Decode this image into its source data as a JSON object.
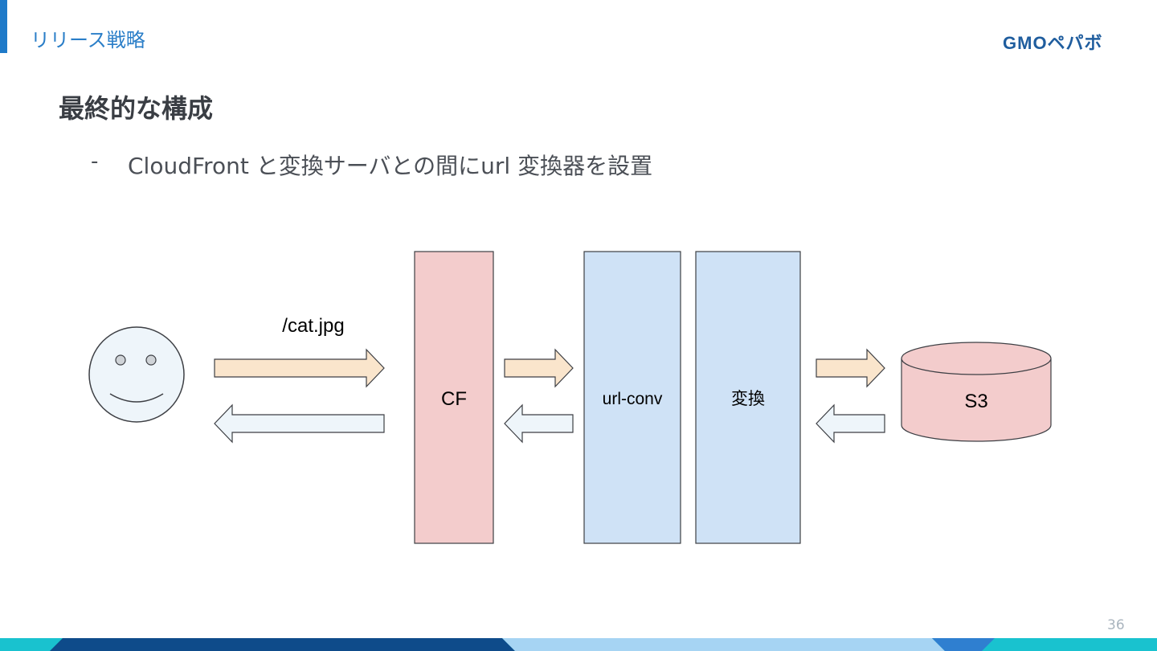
{
  "slide": {
    "section_title": "リリース戦略",
    "logo_text": "GMOペパボ",
    "heading": "最終的な構成",
    "bullet_dash": "-",
    "bullet_text": "CloudFront と変換サーバとの間にurl 変換器を設置",
    "page_number": "36"
  },
  "diagram": {
    "request_label": "/cat.jpg",
    "cf_label": "CF",
    "urlconv_label": "url-conv",
    "convert_label": "変換",
    "s3_label": "S3"
  },
  "colors": {
    "accent": "#1e7ac9",
    "cf_fill": "#f3cccc",
    "server_fill": "#cfe2f6",
    "s3_fill": "#f3cccc",
    "request_arrow": "#fae5cc",
    "response_arrow": "#eef5fa",
    "face_fill": "#eef5fa",
    "footer_light": "#a6d4f3",
    "footer_dark": "#0e4b8a",
    "footer_teal": "#19c2cf"
  }
}
